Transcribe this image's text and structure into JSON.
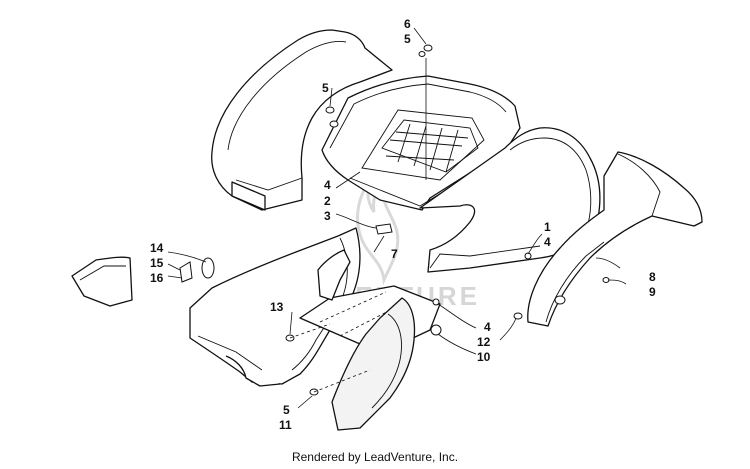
{
  "callouts": [
    {
      "id": "c6",
      "text": "6"
    },
    {
      "id": "c5a",
      "text": "5"
    },
    {
      "id": "c5b",
      "text": "5"
    },
    {
      "id": "c4a",
      "text": "4"
    },
    {
      "id": "c2",
      "text": "2"
    },
    {
      "id": "c3",
      "text": "3"
    },
    {
      "id": "c1",
      "text": "1"
    },
    {
      "id": "c4b",
      "text": "4"
    },
    {
      "id": "c7",
      "text": "7"
    },
    {
      "id": "c8",
      "text": "8"
    },
    {
      "id": "c9",
      "text": "9"
    },
    {
      "id": "c14",
      "text": "14"
    },
    {
      "id": "c15",
      "text": "15"
    },
    {
      "id": "c16",
      "text": "16"
    },
    {
      "id": "c13",
      "text": "13"
    },
    {
      "id": "c4c",
      "text": "4"
    },
    {
      "id": "c12",
      "text": "12"
    },
    {
      "id": "c10",
      "text": "10"
    },
    {
      "id": "c5c",
      "text": "5"
    },
    {
      "id": "c11",
      "text": "11"
    }
  ],
  "watermark": "LEADVENTURE",
  "footer": "Rendered by LeadVenture, Inc."
}
